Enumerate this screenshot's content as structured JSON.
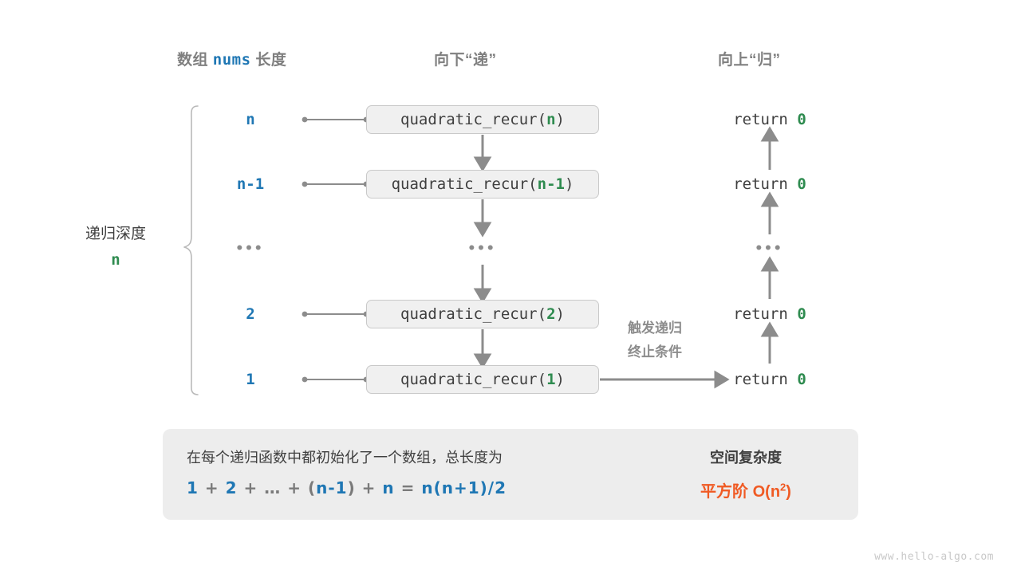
{
  "headers": {
    "left_prefix": "数组 ",
    "left_accent": "nums",
    "left_suffix": " 长度",
    "middle": "向下“递”",
    "right": "向上“归”"
  },
  "depth": {
    "label": "递归深度",
    "value": "n"
  },
  "rows": [
    {
      "size": "n",
      "call_prefix": "quadratic_recur(",
      "call_arg": "n",
      "call_suffix": ")",
      "return_text": "return ",
      "return_value": "0"
    },
    {
      "size": "n-1",
      "call_prefix": "quadratic_recur(",
      "call_arg": "n-1",
      "call_suffix": ")",
      "return_text": "return ",
      "return_value": "0"
    },
    {
      "size": "2",
      "call_prefix": "quadratic_recur(",
      "call_arg": "2",
      "call_suffix": ")",
      "return_text": "return ",
      "return_value": "0"
    },
    {
      "size": "1",
      "call_prefix": "quadratic_recur(",
      "call_arg": "1",
      "call_suffix": ")",
      "return_text": "return ",
      "return_value": "0"
    }
  ],
  "ellipsis": {
    "glyph": "•••"
  },
  "trigger_note": {
    "line1": "触发递归",
    "line2": "终止条件"
  },
  "summary": {
    "text": "在每个递归函数中都初始化了一个数组，总长度为",
    "formula": {
      "t1": "1",
      "o1": "+",
      "t2": "2",
      "o2": "+",
      "t3": "…",
      "o3": "+",
      "p1": "(",
      "t4": "n-1",
      "p2": ")",
      "o4": "+",
      "t5": "n",
      "eq": "=",
      "t6": "n(n+1)/2"
    },
    "right_label": "空间复杂度",
    "right_value_prefix": "平方阶  O(n",
    "right_value_sup": "2",
    "right_value_suffix": ")"
  },
  "watermark": "www.hello-algo.com",
  "colors": {
    "blue": "#1f77b4",
    "green": "#2e8b4f",
    "orange": "#f05a23",
    "gray_text": "#3f3f3f",
    "gray_muted": "#8c8c8c",
    "box_fill": "#f0f0f0",
    "box_border": "#c9c9c9",
    "panel_fill": "#ededed",
    "line": "#8c8c8c"
  }
}
